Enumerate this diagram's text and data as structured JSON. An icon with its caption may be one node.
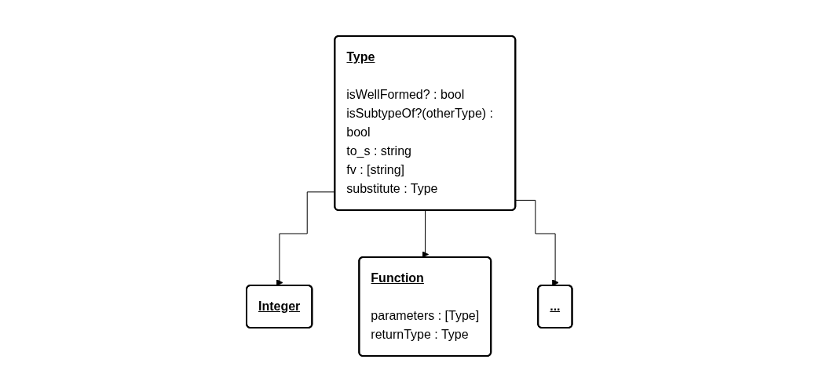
{
  "diagram": {
    "nodes": [
      {
        "text": [
          "Type",
          "isWellFormed? : bool",
          "isSubtypeOf?(otherType) : bool",
          "to_s : string",
          "fv : [string]",
          "substitute : Type"
        ]
      },
      {
        "text": [
          "Integer"
        ]
      },
      {
        "text": [
          "Function",
          "parameters : [Type]",
          "returnType : Type"
        ]
      },
      {
        "text": [
          "..."
        ]
      }
    ],
    "edges": [
      {
        "from": 0,
        "to": 1,
        "arrow": "to"
      },
      {
        "from": 0,
        "to": 2,
        "arrow": "to"
      },
      {
        "from": 0,
        "to": 3,
        "arrow": "to"
      }
    ]
  }
}
